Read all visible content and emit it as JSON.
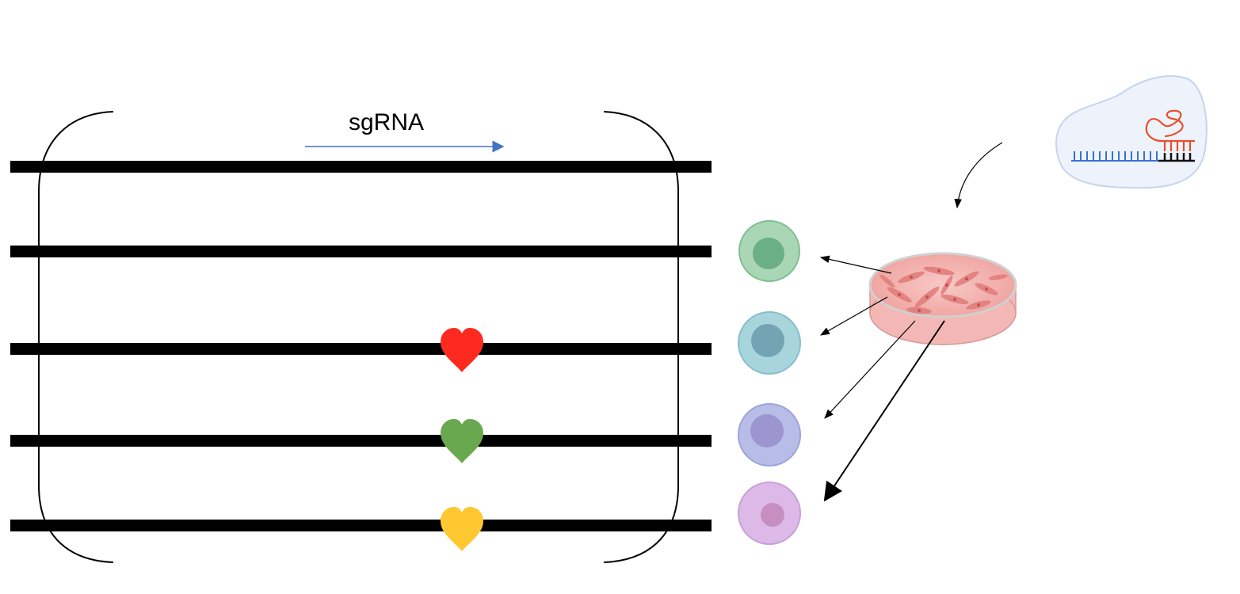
{
  "diagram": {
    "sgrna_label": "sgRNA",
    "colors": {
      "strand": "#000000",
      "sgrna_arrow": "#4472c4",
      "heart_red": "#ff2a1f",
      "heart_green": "#6aa84f",
      "heart_yellow": "#ffc730",
      "cell_green": "#8fc8a0",
      "cell_teal": "#8ec7d2",
      "cell_lavender": "#a8aee0",
      "cell_pink": "#d4a8e0",
      "dish": "#f2b6b4",
      "grna_backbone": "#e8502a",
      "dna_blue": "#3b6fd4"
    },
    "strands": [
      {
        "id": "strand-1",
        "marker": null
      },
      {
        "id": "strand-2",
        "marker": null
      },
      {
        "id": "strand-3",
        "marker": "red"
      },
      {
        "id": "strand-4",
        "marker": "green"
      },
      {
        "id": "strand-5",
        "marker": "yellow"
      }
    ],
    "cells": [
      "green",
      "teal",
      "lavender",
      "pink"
    ]
  }
}
